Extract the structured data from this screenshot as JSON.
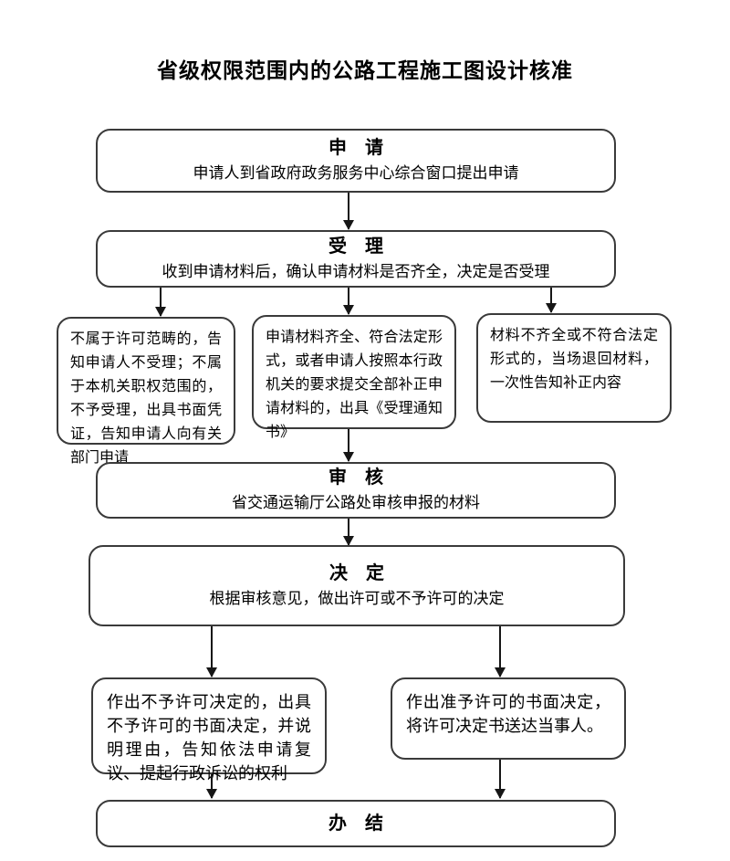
{
  "page": {
    "title": "省级权限范围内的公路工程施工图设计核准"
  },
  "flow": {
    "apply": {
      "header": "申　请",
      "body": "申请人到省政府政务服务中心综合窗口提出申请"
    },
    "accept": {
      "header": "受　理",
      "body": "收到申请材料后，确认申请材料是否齐全，决定是否受理"
    },
    "branch_not_accepted": {
      "body": "不属于许可范畴的，告知申请人不受理；不属于本机关职权范围的，不予受理，出具书面凭证，告知申请人向有关部门申请"
    },
    "branch_accepted": {
      "body": "申请材料齐全、符合法定形式，或者申请人按照本行政机关的要求提交全部补正申请材料的，出具《受理通知书》"
    },
    "branch_incomplete": {
      "body": "材料不齐全或不符合法定形式的，当场退回材料，一次性告知补正内容"
    },
    "review": {
      "header": "审　核",
      "body": "省交通运输厅公路处审核申报的材料"
    },
    "decision": {
      "header": "决　定",
      "body": "根据审核意见，做出许可或不予许可的决定"
    },
    "branch_denied": {
      "body": "作出不予许可决定的，出具不予许可的书面决定，并说明理由，告知依法申请复议、提起行政诉讼的权利"
    },
    "branch_granted": {
      "body": "作出准予许可的书面决定，将许可决定书送达当事人。"
    },
    "complete": {
      "header": "办　结"
    }
  },
  "connectors": [
    {
      "from": "apply",
      "to": "accept"
    },
    {
      "from": "accept",
      "to": "branch_not_accepted"
    },
    {
      "from": "accept",
      "to": "branch_accepted"
    },
    {
      "from": "accept",
      "to": "branch_incomplete"
    },
    {
      "from": "branch_accepted",
      "to": "review"
    },
    {
      "from": "review",
      "to": "decision"
    },
    {
      "from": "decision",
      "to": "branch_denied"
    },
    {
      "from": "decision",
      "to": "branch_granted"
    },
    {
      "from": "branch_denied",
      "to": "complete"
    },
    {
      "from": "branch_granted",
      "to": "complete"
    }
  ],
  "colors": {
    "background": "#ffffff",
    "box_border": "#3a3a3a",
    "arrow": "#161616",
    "text": "#000000"
  }
}
